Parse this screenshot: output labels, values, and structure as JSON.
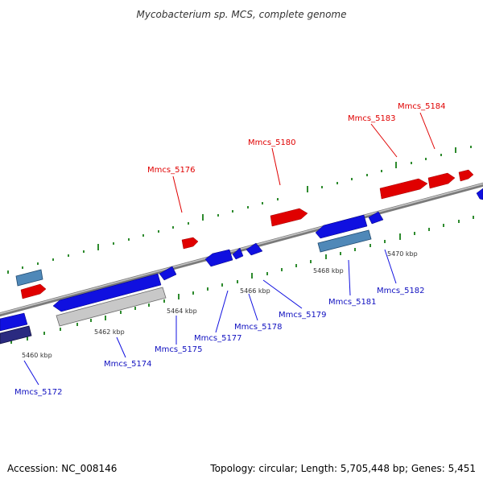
{
  "header": {
    "title": "Mycobacterium sp. MCS, complete genome"
  },
  "footer": {
    "accession": "Accession: NC_008146",
    "summary": "Topology: circular; Length: 5,705,448 bp; Genes: 5,451"
  },
  "colors": {
    "forward_gene": "#e00000",
    "reverse_gene": "#1010e0",
    "rna_or_other": "#4f88b8",
    "pseudo_gray": "#c0c0c0",
    "dark_gene": "#2a2a80",
    "backbone": "#888888",
    "ticks": "#3a8a3a"
  },
  "scale_labels": [
    "5460 kbp",
    "5462 kbp",
    "5464 kbp",
    "5466 kbp",
    "5468 kbp",
    "5470 kbp"
  ],
  "gene_labels": {
    "top": [
      "Mmcs_5176",
      "Mmcs_5180",
      "Mmcs_5183",
      "Mmcs_5184"
    ],
    "bottom": [
      "Mmcs_5172",
      "Mmcs_5174",
      "Mmcs_5175",
      "Mmcs_5177",
      "Mmcs_5178",
      "Mmcs_5179",
      "Mmcs_5181",
      "Mmcs_5182"
    ]
  }
}
